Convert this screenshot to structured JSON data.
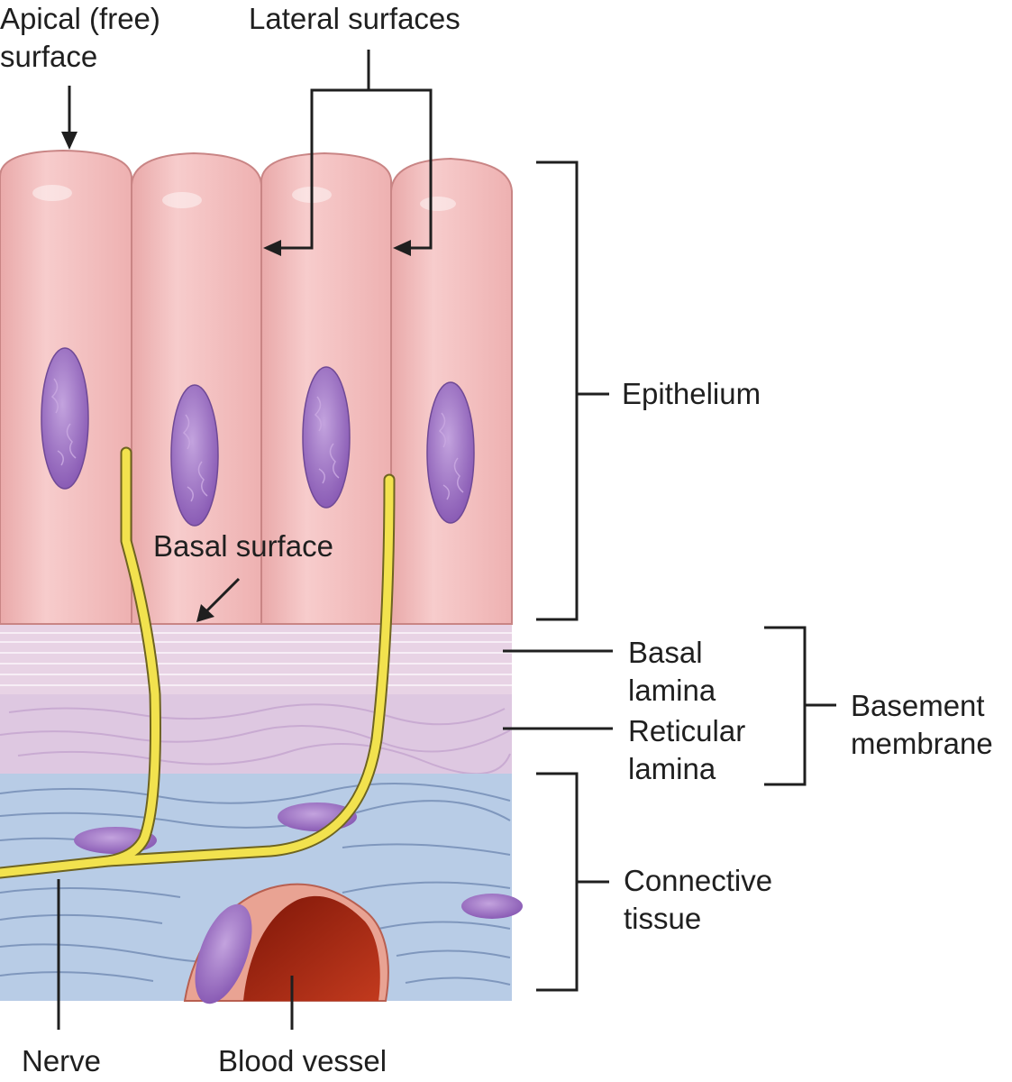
{
  "labels": {
    "apical": [
      "Apical (free)",
      "surface"
    ],
    "lateral": "Lateral surfaces",
    "epithelium": "Epithelium",
    "basal_surface": "Basal surface",
    "basal_lamina": [
      "Basal",
      "lamina"
    ],
    "reticular_lamina": [
      "Reticular",
      "lamina"
    ],
    "basement_membrane": [
      "Basement",
      "membrane"
    ],
    "connective_tissue": [
      "Connective",
      "tissue"
    ],
    "nerve": "Nerve",
    "blood_vessel": "Blood vessel"
  },
  "colors": {
    "cell": "#f2b8b8",
    "cell_edge": "#c98585",
    "nucleus": "#9a6fc0",
    "basal_lamina": "#e6cfe2",
    "reticular_lamina": "#dcc7e0",
    "connective_tissue": "#b7cbe6",
    "nerve": "#f3e14a",
    "vessel_wall": "#e8a191",
    "vessel_lumen": "#a32815"
  }
}
